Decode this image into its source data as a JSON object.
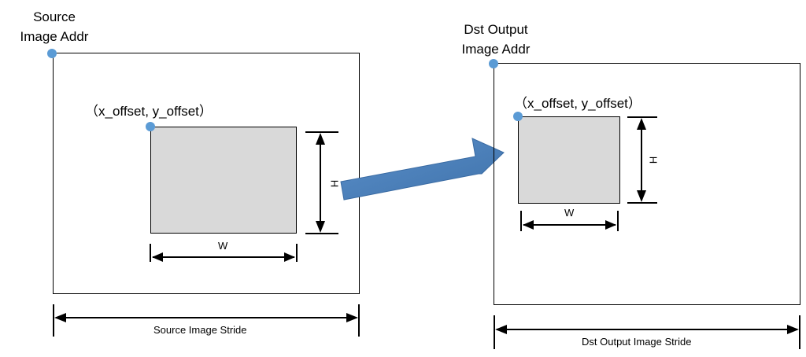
{
  "source": {
    "addr_label": [
      "Source",
      "Image Addr"
    ],
    "offset_label": "（x_offset, y_offset）",
    "width_label": "W",
    "height_label": "H",
    "stride_label": "Source  Image Stride"
  },
  "destination": {
    "addr_label": [
      "Dst Output",
      "Image Addr"
    ],
    "offset_label": "（x_offset, y_offset）",
    "width_label": "W",
    "height_label": "H",
    "stride_label": "Dst Output  Image Stride"
  },
  "colors": {
    "arrow_fill": "#4f81bd",
    "point_fill": "#5b9bd5",
    "region_fill": "#d9d9d9"
  }
}
